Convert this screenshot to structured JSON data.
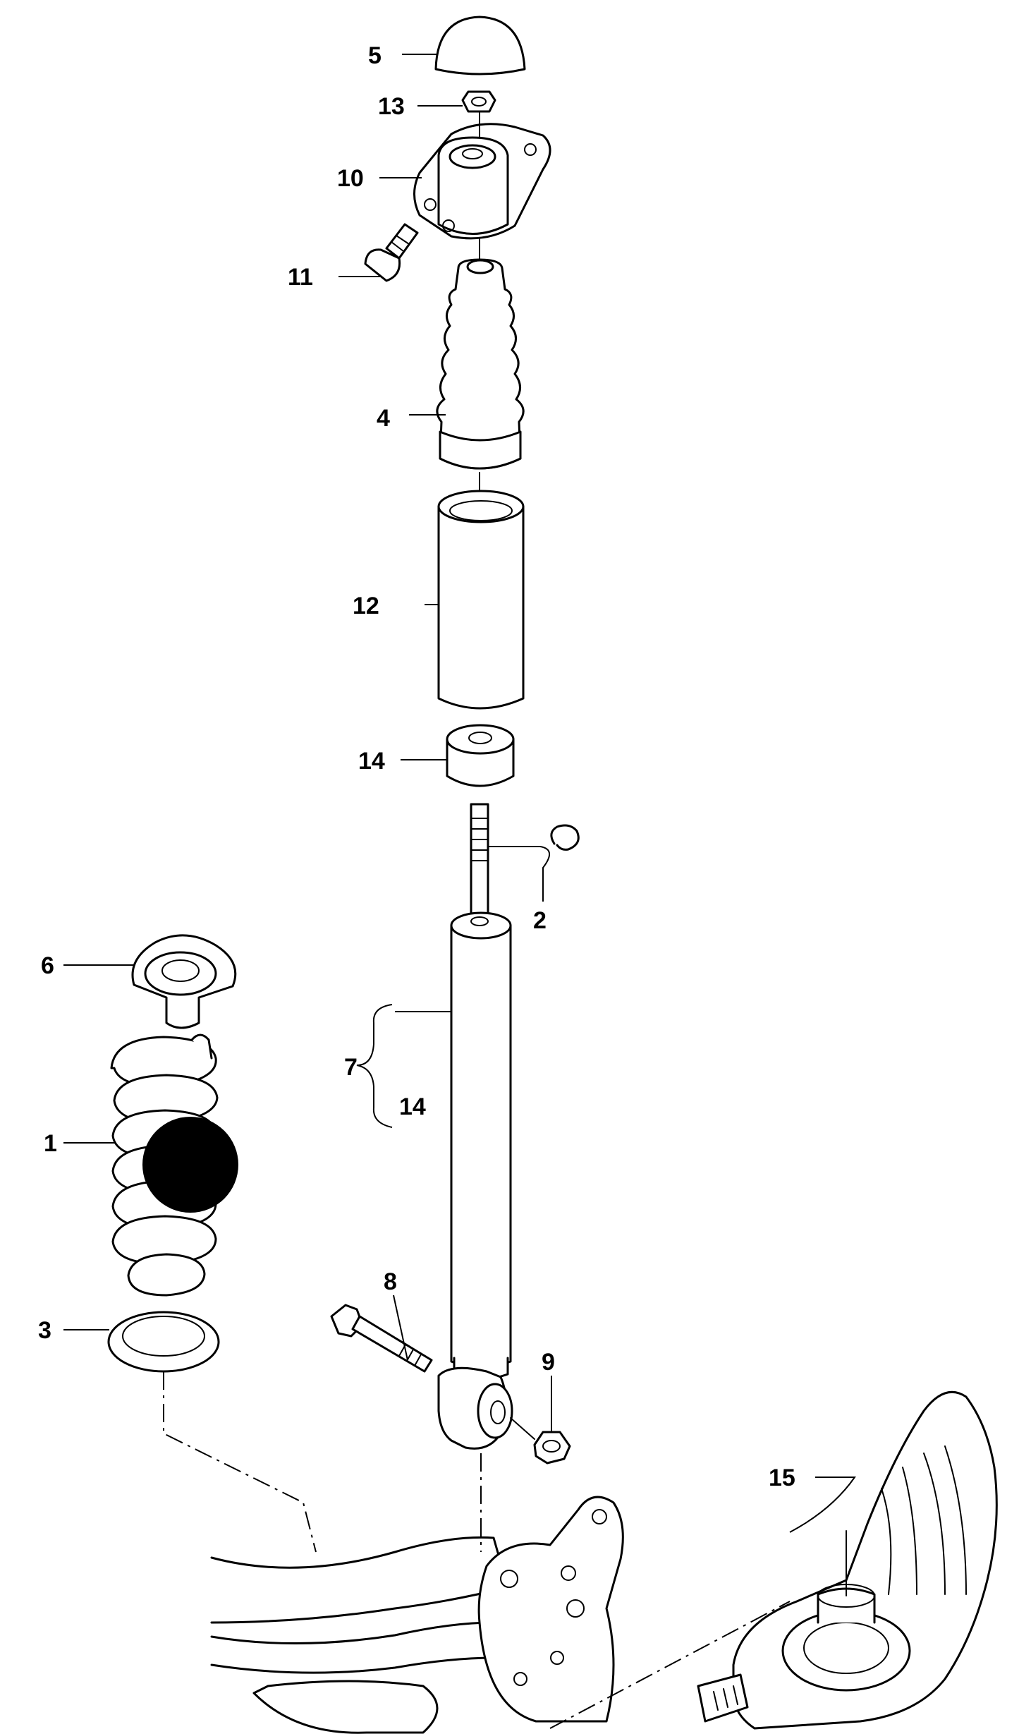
{
  "callouts": {
    "c5": "5",
    "c13": "13",
    "c10": "10",
    "c11": "11",
    "c4": "4",
    "c12": "12",
    "c14a": "14",
    "c2": "2",
    "c6": "6",
    "c7": "7",
    "c14b": "14",
    "c1": "1",
    "c8": "8",
    "c3": "3",
    "c9": "9",
    "c15": "15"
  },
  "colors": {
    "line": "#000000",
    "background": "#ffffff",
    "marker": "#000000"
  }
}
